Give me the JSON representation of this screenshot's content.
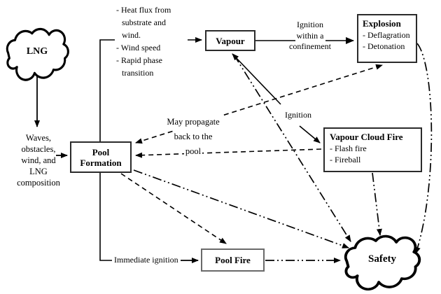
{
  "colors": {
    "ink": "#000000",
    "background": "#ffffff"
  },
  "nodes": {
    "lng": {
      "label": "LNG"
    },
    "pool_formation": {
      "lines": [
        "Pool",
        "Formation"
      ]
    },
    "vapour": {
      "label": "Vapour"
    },
    "explosion": {
      "title": "Explosion",
      "items": [
        "- Deflagration",
        "- Detonation"
      ]
    },
    "vapour_cloud_fire": {
      "title": "Vapour Cloud Fire",
      "items": [
        "- Flash fire",
        "- Fireball"
      ]
    },
    "pool_fire": {
      "label": "Pool Fire"
    },
    "safety": {
      "label": "Safety"
    }
  },
  "labels": {
    "waves": {
      "lines": [
        "Waves,",
        "obstacles,",
        "wind, and",
        "LNG",
        "composition"
      ]
    },
    "factors": {
      "lines": [
        "- Heat flux from",
        "substrate and",
        "wind.",
        "- Wind speed",
        "- Rapid phase",
        "transition"
      ]
    },
    "ignition_confinement": {
      "lines": [
        "Ignition",
        "within a",
        "confinement"
      ]
    },
    "may_propagate": {
      "lines": [
        "May propagate",
        "back to the",
        "pool"
      ]
    },
    "ignition": {
      "label": "Ignition"
    },
    "immediate_ignition": {
      "label": "Immediate ignition"
    }
  }
}
